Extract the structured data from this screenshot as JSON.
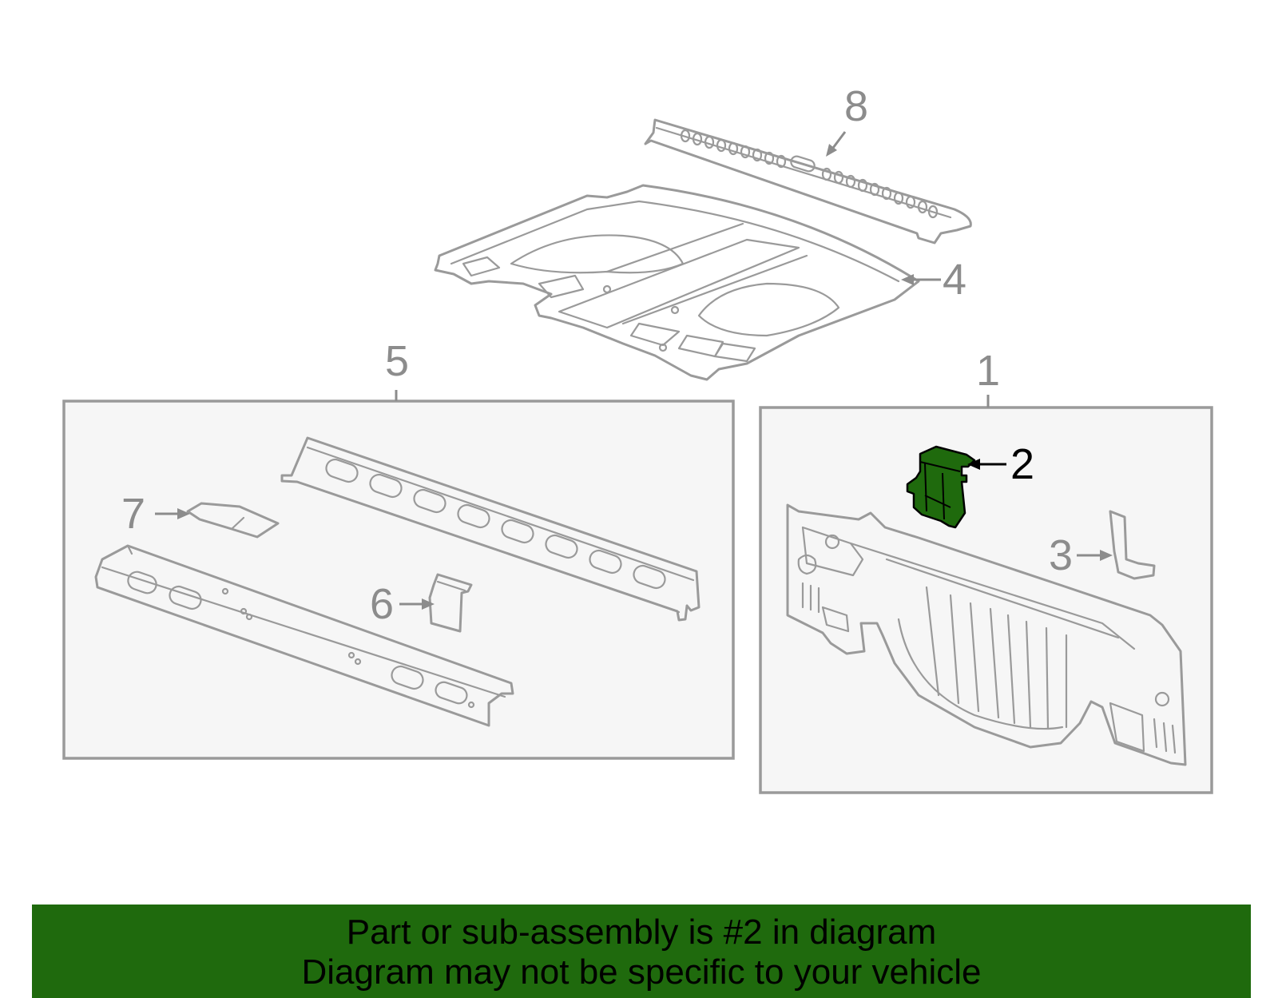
{
  "colors": {
    "highlight_part": "#1f6a0d",
    "banner_background": "#1f6a0d",
    "line_art": "#9a9a9a",
    "callout_text": "#8c8c8c",
    "highlight_callout": "#000000"
  },
  "callouts": [
    {
      "id": "1",
      "label": "1",
      "highlighted": false
    },
    {
      "id": "2",
      "label": "2",
      "highlighted": true
    },
    {
      "id": "3",
      "label": "3",
      "highlighted": false
    },
    {
      "id": "4",
      "label": "4",
      "highlighted": false
    },
    {
      "id": "5",
      "label": "5",
      "highlighted": false
    },
    {
      "id": "6",
      "label": "6",
      "highlighted": false
    },
    {
      "id": "7",
      "label": "7",
      "highlighted": false
    },
    {
      "id": "8",
      "label": "8",
      "highlighted": false
    }
  ],
  "banner": {
    "line1": "Part or sub-assembly is #2 in diagram",
    "line2": "Diagram may not be specific to your vehicle"
  }
}
